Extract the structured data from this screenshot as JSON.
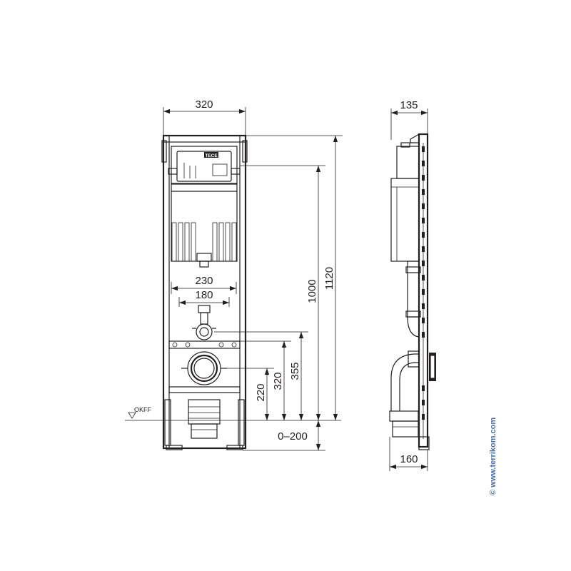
{
  "dimensions": {
    "frame_width": "320",
    "side_depth_top": "135",
    "side_depth_bottom": "160",
    "outer_width": "230",
    "inner_width": "180",
    "height_1000": "1000",
    "height_1120": "1120",
    "height_355": "355",
    "height_320": "320",
    "height_220": "220",
    "adjust_range": "0–200"
  },
  "floor_label": "OKFF",
  "badge_text": "TECE",
  "watermark": "© www.terrikom.com"
}
